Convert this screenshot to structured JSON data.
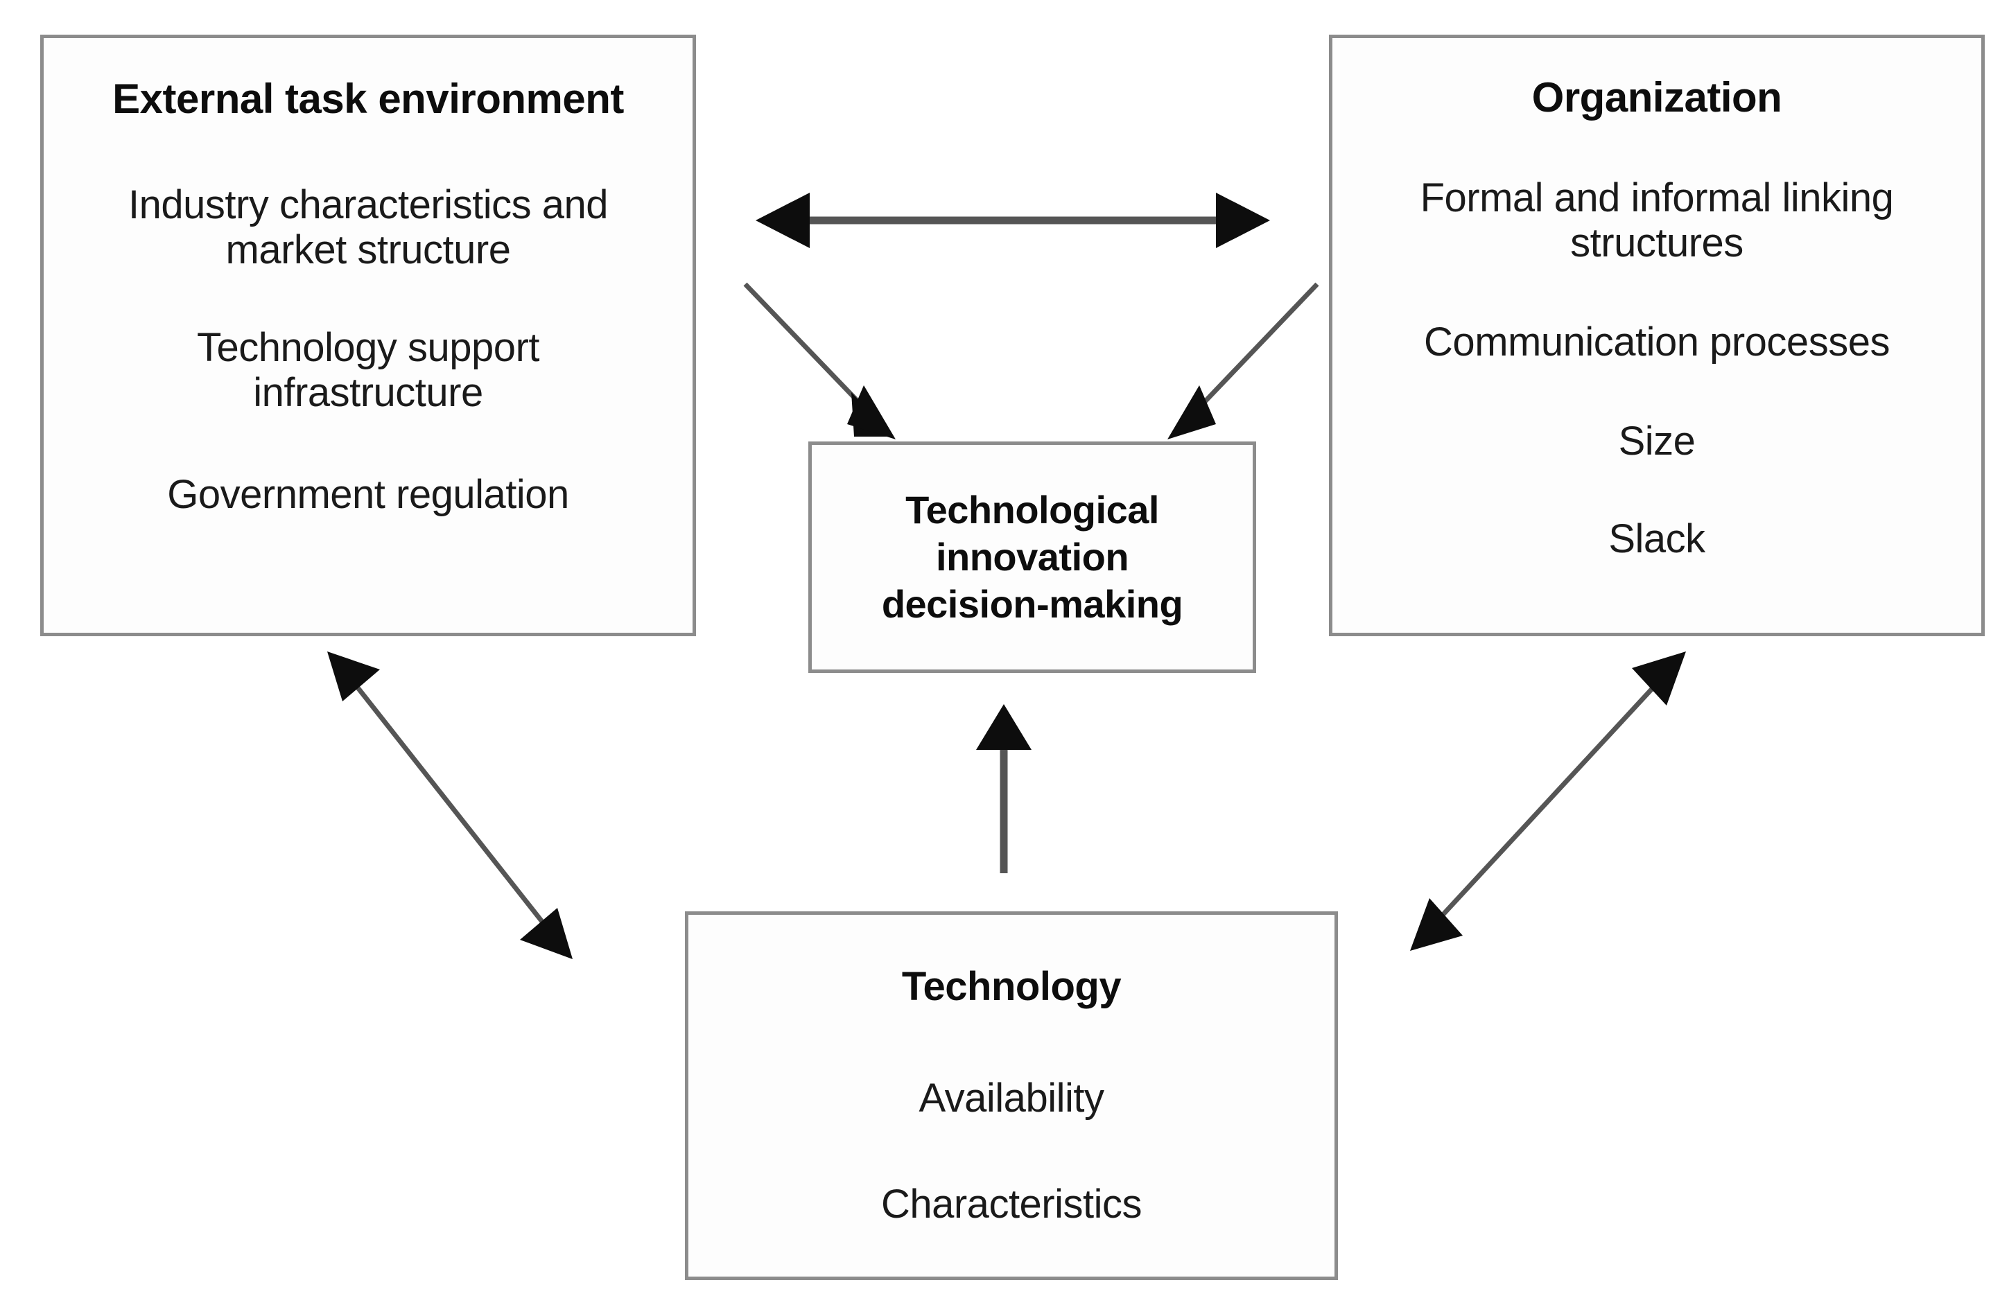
{
  "diagram": {
    "title": "Technology-Organization-Environment framework",
    "type": "block-diagram",
    "background_color": "#ffffff",
    "box_border_color": "#8c8c8c",
    "arrow_color": "#4d4d4d",
    "arrow_head_color": "#111111",
    "text_color": "#111111"
  },
  "nodes": {
    "external": {
      "title": "External task environment",
      "lines": [
        "Industry characteristics and",
        "market structure",
        "Technology support",
        "infrastructure",
        "Government regulation"
      ],
      "line1a": "Industry characteristics and",
      "line1b": "market structure",
      "line2a": "Technology support",
      "line2b": "infrastructure",
      "line3": "Government regulation"
    },
    "organization": {
      "title": "Organization",
      "line1a": "Formal and informal linking",
      "line1b": "structures",
      "line2": "Communication processes",
      "line3": "Size",
      "line4": "Slack"
    },
    "center": {
      "title_line1": "Technological",
      "title_line2": "innovation",
      "title_line3": "decision-making"
    },
    "technology": {
      "title": "Technology",
      "line1": "Availability",
      "line2": "Characteristics"
    }
  },
  "arrows": [
    {
      "name": "external-organization-bidirectional",
      "from": "External task environment",
      "to": "Organization",
      "style": "double-headed",
      "direction": "horizontal"
    },
    {
      "name": "external-to-center",
      "from": "External task environment",
      "to": "Technological innovation decision-making",
      "style": "single-headed",
      "direction": "diagonal-down-right"
    },
    {
      "name": "organization-to-center",
      "from": "Organization",
      "to": "Technological innovation decision-making",
      "style": "single-headed",
      "direction": "diagonal-down-left"
    },
    {
      "name": "technology-to-center",
      "from": "Technology",
      "to": "Technological innovation decision-making",
      "style": "single-headed",
      "direction": "vertical-up"
    },
    {
      "name": "external-technology-bidirectional",
      "from": "External task environment",
      "to": "Technology",
      "style": "double-headed",
      "direction": "diagonal"
    },
    {
      "name": "organization-technology-bidirectional",
      "from": "Organization",
      "to": "Technology",
      "style": "double-headed",
      "direction": "diagonal"
    }
  ]
}
